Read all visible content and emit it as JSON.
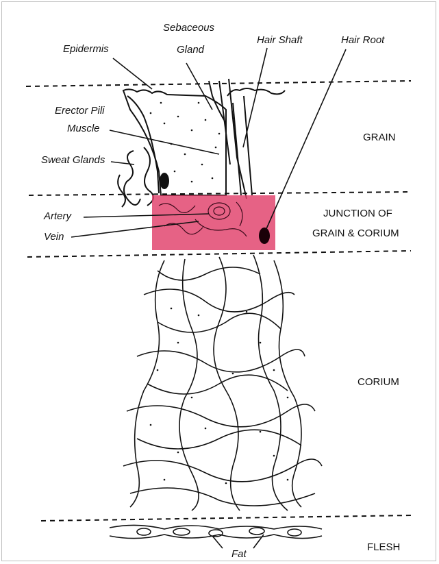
{
  "labels": {
    "epidermis": "Epidermis",
    "sebaceous_line1": "Sebaceous",
    "sebaceous_line2": "Gland",
    "hair_shaft": "Hair Shaft",
    "hair_root": "Hair Root",
    "erector_line1": "Erector Pili",
    "erector_line2": "Muscle",
    "sweat_glands": "Sweat Glands",
    "artery": "Artery",
    "vein": "Vein",
    "fat": "Fat"
  },
  "layers": {
    "grain": "GRAIN",
    "junction_line1": "JUNCTION OF",
    "junction_line2": "GRAIN & CORIUM",
    "corium": "CORIUM",
    "flesh": "FLESH"
  },
  "colors": {
    "highlight": "#e0406a",
    "ink": "#111111"
  }
}
